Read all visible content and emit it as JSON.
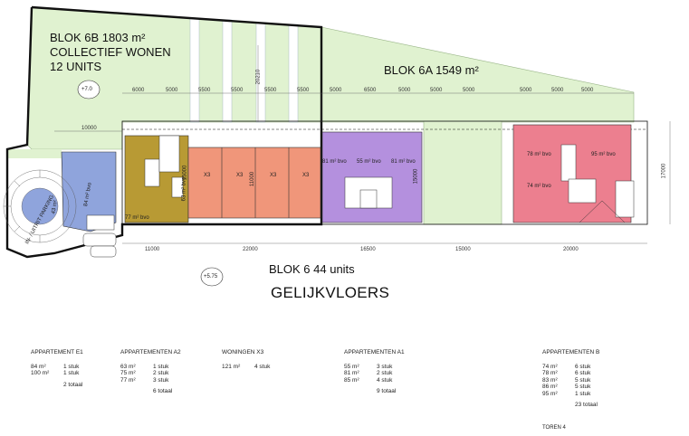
{
  "blocks": {
    "b6b_line1": "BLOK 6B     1803 m²",
    "b6b_line2": "COLLECTIEF WONEN",
    "b6b_line3": "12 UNITS",
    "b6a": "BLOK 6A     1549 m²",
    "b6": "BLOK 6       44 units",
    "floor_title": "GELIJKVLOERS"
  },
  "levels": {
    "l1": "+7.0",
    "l2": "+5.75"
  },
  "top_dims": [
    "6000",
    "5000",
    "5500",
    "5500",
    "5500",
    "5500",
    "5000",
    "6500",
    "5000",
    "5000",
    "5000",
    "5000",
    "5000",
    "5000"
  ],
  "top_dim_vertical": "20210",
  "left_dim": "10000",
  "right_dim": "17000",
  "bottom_dims": [
    "11000",
    "22000",
    "16500",
    "15000",
    "20000"
  ],
  "units": {
    "e1": "84 m² bvo",
    "e1_round": "43 m²",
    "a2": "63 m² bvo",
    "a2b": "77 m² bvo",
    "x3": [
      "X3",
      "X3",
      "X3",
      "X3"
    ],
    "x3_mid": "11000",
    "a2_dim": "15000",
    "a1a": "81 m² bvo",
    "a1b": "55 m² bvo",
    "a1c": "81 m² bvo",
    "a1_dim": "15000",
    "ba": "78 m² bvo",
    "bb": "95 m² bvo",
    "bc": "74 m² bvo",
    "ramp": "IN- / UITRIT PARKING"
  },
  "tables": {
    "e1": {
      "head": "APPARTEMENT E1",
      "rows": [
        [
          "84 m²",
          "1 stuk"
        ],
        [
          "100 m²",
          "1 stuk"
        ]
      ],
      "total": "2 totaal"
    },
    "a2": {
      "head": "APPARTEMENTEN A2",
      "rows": [
        [
          "63 m²",
          "1 stuk"
        ],
        [
          "75 m²",
          "2 stuk"
        ],
        [
          "77 m²",
          "3 stuk"
        ]
      ],
      "total": "6 totaal"
    },
    "x3": {
      "head": "WONINGEN X3",
      "rows": [
        [
          "121 m²",
          "4 stuk"
        ]
      ],
      "total": ""
    },
    "a1": {
      "head": "APPARTEMENTEN A1",
      "rows": [
        [
          "55 m²",
          "3 stuk"
        ],
        [
          "81 m²",
          "2 stuk"
        ],
        [
          "85 m²",
          "4 stuk"
        ]
      ],
      "total": "9 totaal"
    },
    "b": {
      "head": "APPARTEMENTEN B",
      "rows": [
        [
          "74 m²",
          "6 stuk"
        ],
        [
          "78 m²",
          "6 stuk"
        ],
        [
          "83 m²",
          "5 stuk"
        ],
        [
          "86 m²",
          "5 stuk"
        ],
        [
          "95 m²",
          "1 stuk"
        ]
      ],
      "total": "23 totaal"
    }
  },
  "toren": "TOREN 4",
  "colors": {
    "green": "#e0f2d0",
    "ochre": "#b89a34",
    "salmon": "#f0967a",
    "purple": "#b490de",
    "blue": "#8fa4dc",
    "pink": "#ec7f8f"
  }
}
